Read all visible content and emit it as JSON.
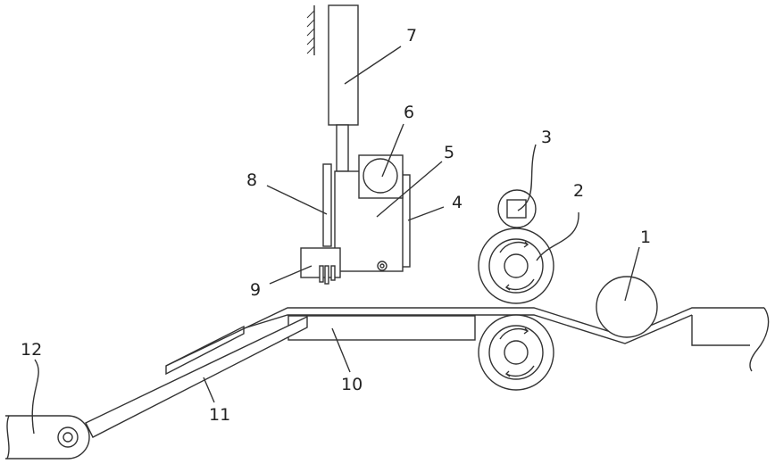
{
  "diagram": {
    "labels": {
      "l1": "1",
      "l2": "2",
      "l3": "3",
      "l4": "4",
      "l5": "5",
      "l6": "6",
      "l7": "7",
      "l8": "8",
      "l9": "9",
      "l10": "10",
      "l11": "11",
      "l12": "12"
    },
    "stroke_color": "#333333",
    "background": "#ffffff"
  }
}
